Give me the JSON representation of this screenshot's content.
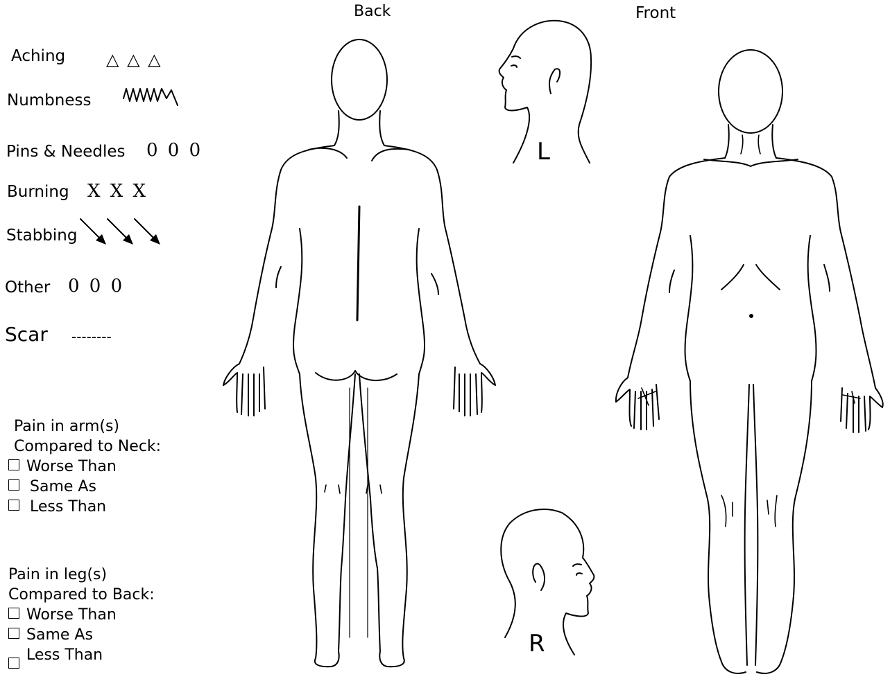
{
  "header": {
    "back_label": "Back",
    "front_label": "Front"
  },
  "legend": [
    {
      "label": "Aching",
      "symbol": "△ △ △"
    },
    {
      "label": "Numbness",
      "symbol": ""
    },
    {
      "label": "Pins & Needles",
      "symbol": "0 0 0"
    },
    {
      "label": "Burning",
      "symbol": "X X X"
    },
    {
      "label": "Stabbing",
      "symbol": ""
    },
    {
      "label": "Other",
      "symbol": "0 0 0"
    },
    {
      "label": "Scar",
      "symbol": "--------"
    }
  ],
  "arm_question": {
    "line1": "Pain in arm(s)",
    "line2": "Compared to Neck:",
    "options": [
      "Worse Than",
      "Same As",
      "Less Than"
    ]
  },
  "leg_question": {
    "line1": "Pain in leg(s)",
    "line2": "Compared to Back:",
    "options": [
      "Worse Than",
      "Same As",
      "Less Than"
    ]
  },
  "head_labels": {
    "left": "L",
    "right": "R"
  }
}
